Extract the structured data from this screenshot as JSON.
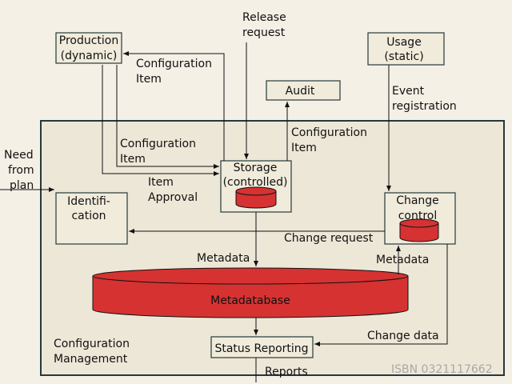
{
  "nodes": {
    "production": [
      "Production",
      "(dynamic)"
    ],
    "usage": [
      "Usage",
      "(static)"
    ],
    "audit": "Audit",
    "storage": [
      "Storage",
      "(controlled)"
    ],
    "identification": [
      "Identifi-",
      "cation"
    ],
    "change_control": [
      "Change",
      "control"
    ],
    "metadatabase": "Metadatabase",
    "status_reporting": "Status Reporting",
    "system": [
      "Configuration",
      "Management"
    ]
  },
  "edges": {
    "release_request": [
      "Release",
      "request"
    ],
    "config_item_top": [
      "Configuration",
      "Item"
    ],
    "config_item_left": [
      "Configuration",
      "Item"
    ],
    "config_item_right": [
      "Configuration",
      "Item"
    ],
    "event_registration": [
      "Event",
      "registration"
    ],
    "need_from_plan": [
      "Need",
      "from",
      "plan"
    ],
    "item_approval": [
      "Item",
      "Approval"
    ],
    "change_request": "Change request",
    "metadata_left": "Metadata",
    "metadata_right": "Metadata",
    "change_data": "Change data",
    "reports": "Reports"
  },
  "watermark": "ISBN 0321117662",
  "colors": {
    "database": "#d63232",
    "background": "#f5f0e6",
    "frame": "#26383b"
  }
}
